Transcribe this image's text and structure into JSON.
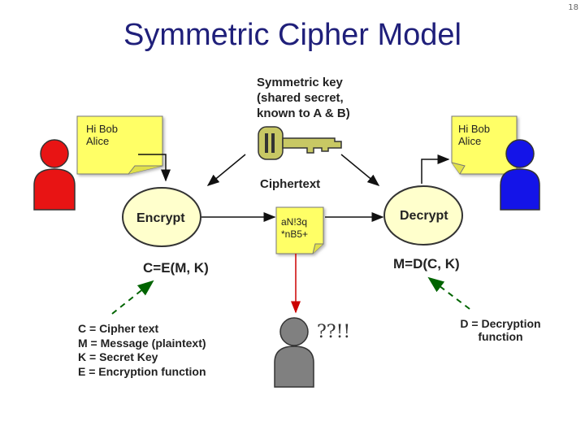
{
  "slide": {
    "title": "Symmetric Cipher Model",
    "page_number": "18"
  },
  "key": {
    "line1": "Symmetric key",
    "line2": "(shared secret,",
    "line3": "known to A & B)"
  },
  "left_note": {
    "line1": "Hi Bob",
    "line2": "Alice"
  },
  "right_note": {
    "line1": "Hi Bob",
    "line2": "Alice"
  },
  "ciphertext_label": "Ciphertext",
  "ciphertext_note": {
    "line1": "aN!3q",
    "line2": "*nB5+"
  },
  "encrypt_label": "Encrypt",
  "decrypt_label": "Decrypt",
  "encrypt_equation": "C=E(M, K)",
  "decrypt_equation": "M=D(C, K)",
  "eavesdropper_text": "??!!",
  "legend": [
    "C = Cipher text",
    "M = Message (plaintext)",
    "K = Secret Key",
    "E = Encryption function"
  ],
  "decryption_note": {
    "line1": "D = Decryption",
    "line2": "function"
  },
  "colors": {
    "title": "#1f1f7a",
    "note_fill": "#ffff66",
    "ellipse_fill": "#ffffcc",
    "sender": "#e81414",
    "receiver": "#1414e8",
    "eavesdropper": "#808080",
    "key_fill": "#c8c864",
    "dashed_arrow": "#006400",
    "red_arrow": "#cc0000"
  },
  "icons": {
    "sender": "person-icon",
    "receiver": "person-icon",
    "eavesdropper": "person-icon",
    "key": "key-icon"
  }
}
